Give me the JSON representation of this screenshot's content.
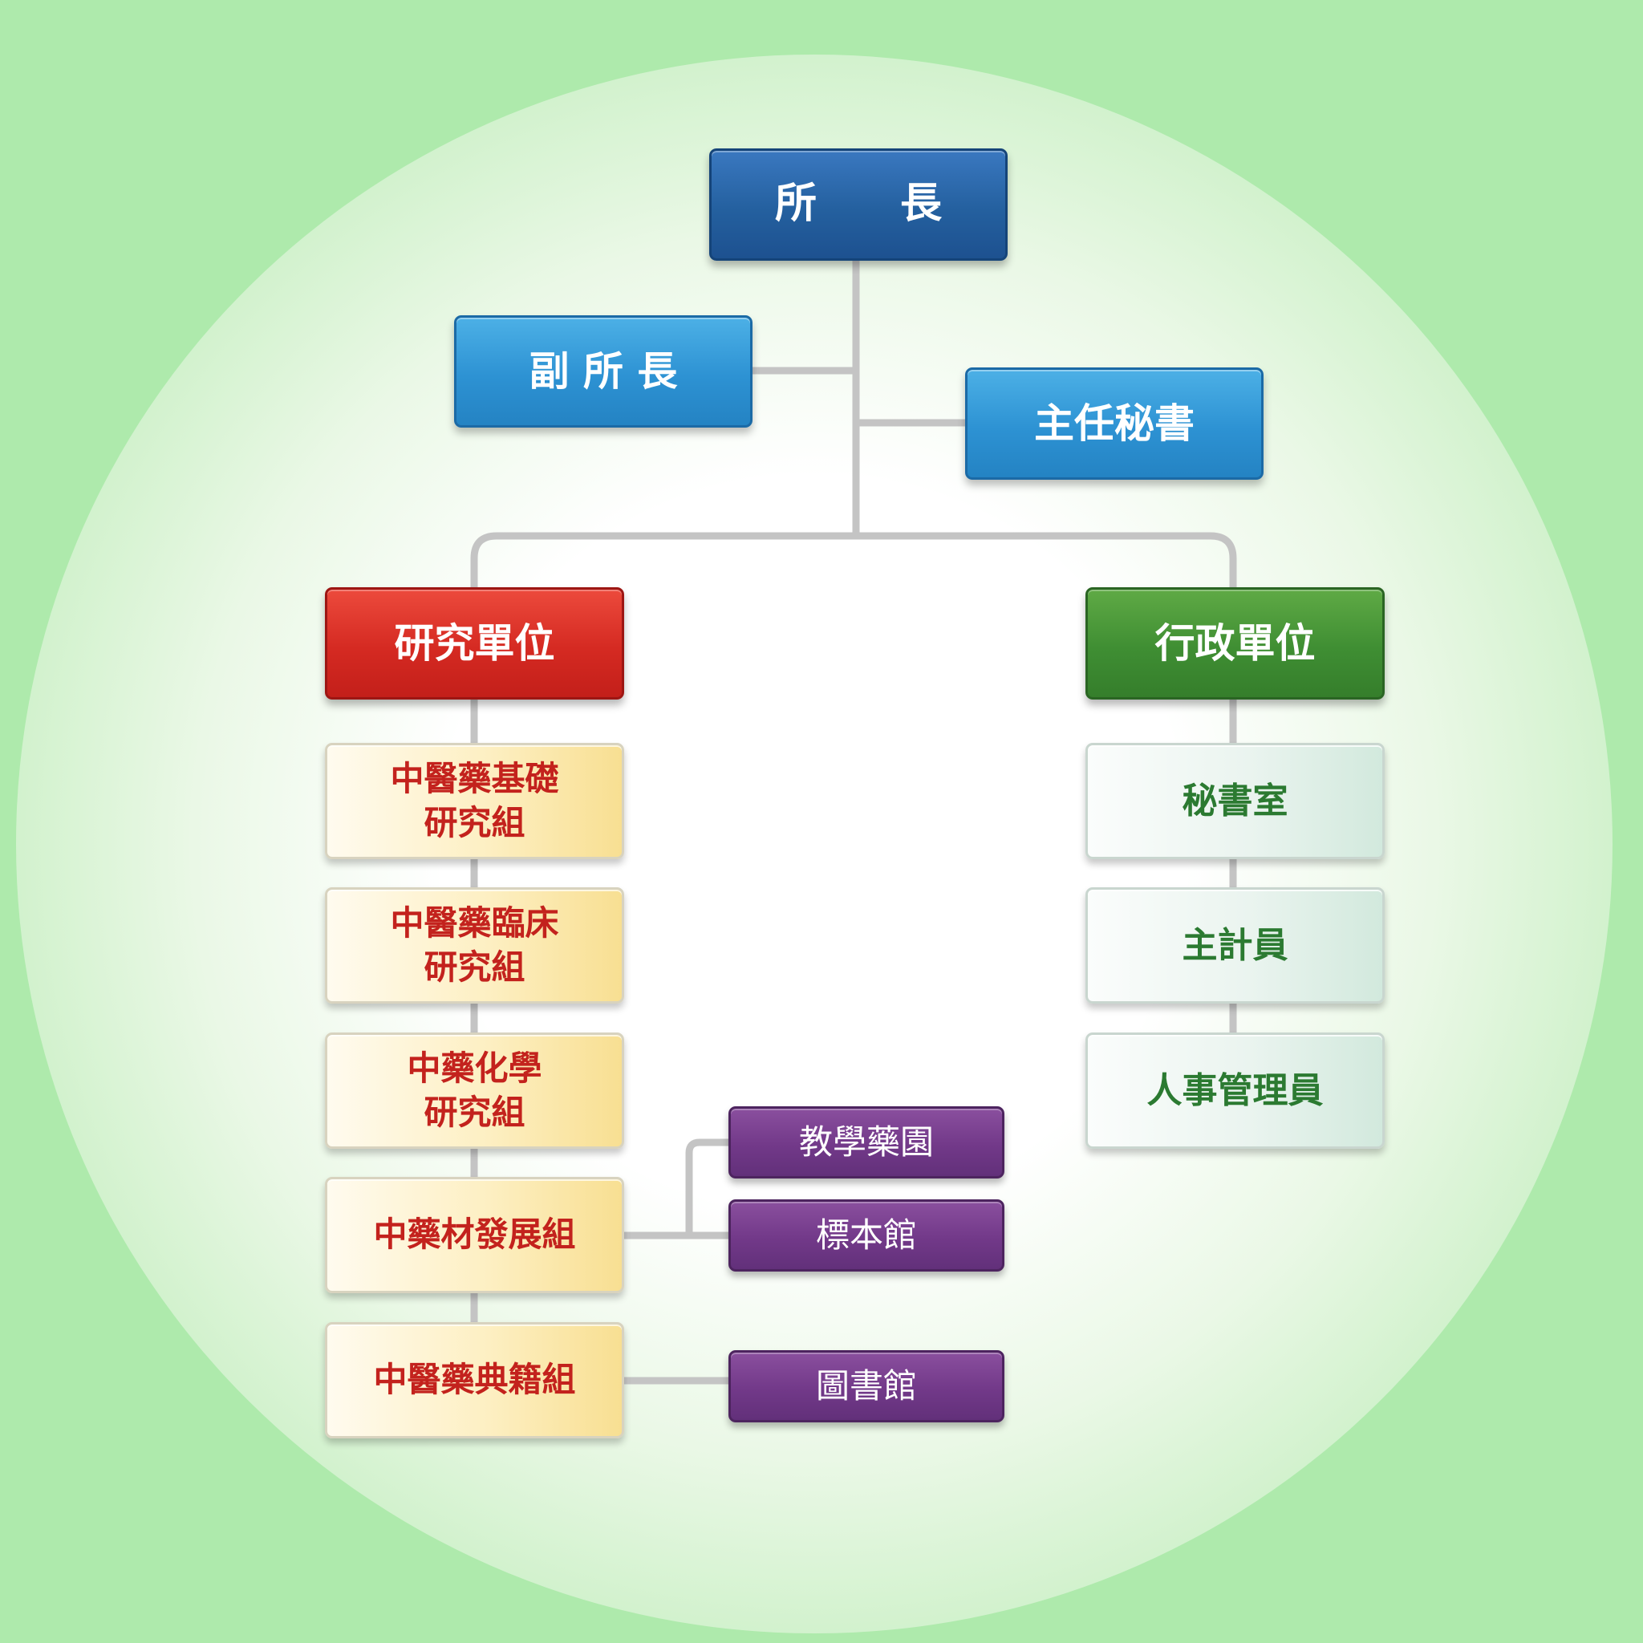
{
  "nodes": {
    "director": "所　　長",
    "deputy_director": "副 所 長",
    "chief_secretary": "主任秘書",
    "research_units": "研究單位",
    "admin_units": "行政單位",
    "research": [
      "中醫藥基礎\n研究組",
      "中醫藥臨床\n研究組",
      "中藥化學\n研究組",
      "中藥材發展組",
      "中醫藥典籍組"
    ],
    "admin": [
      "秘書室",
      "主計員",
      "人事管理員"
    ],
    "facilities": [
      "教學藥園",
      "標本館",
      "圖書館"
    ]
  },
  "colors": {
    "connector": "#c4c4c4",
    "director": "#24609f",
    "deputy": "#2d92d3",
    "research": "#d52a22",
    "admin": "#3f8e33",
    "research_group_text": "#c3221d",
    "admin_group_text": "#2b7a31",
    "facility": "#723989"
  }
}
